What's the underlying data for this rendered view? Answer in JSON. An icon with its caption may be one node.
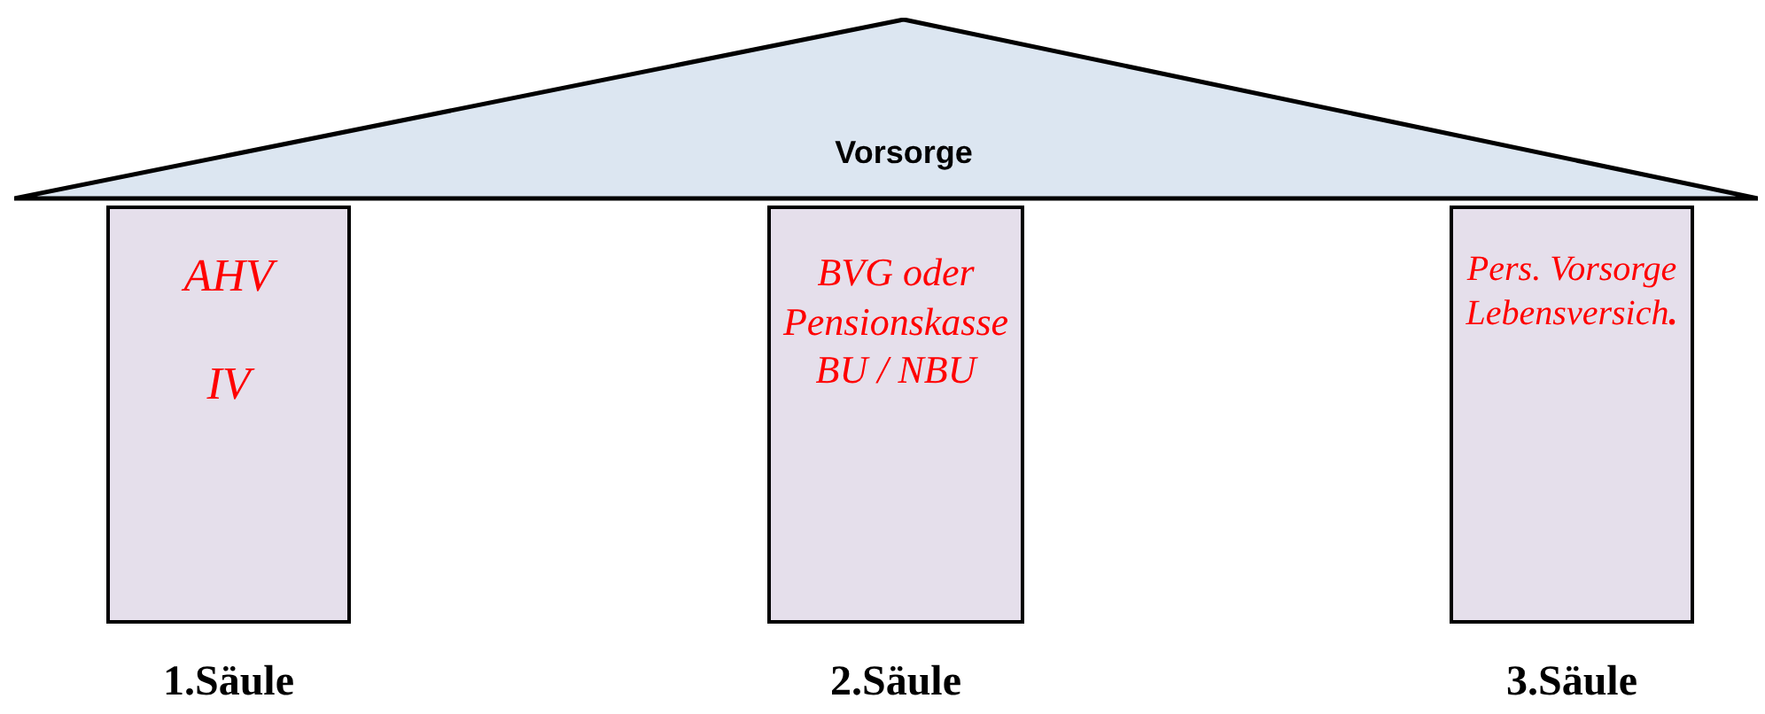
{
  "diagram": {
    "nodes": [
      {
        "text": [
          "Vorsorge"
        ]
      },
      {
        "text": [
          "AHV",
          "IV"
        ],
        "beside": [
          "1.Säule"
        ]
      },
      {
        "text": [
          "BVG oder Pensionskasse BU / NBU"
        ],
        "beside": [
          "2.Säule"
        ]
      },
      {
        "text": [
          "Pers. Vorsorge Lebensversich**.**"
        ],
        "beside": [
          "3.Säule"
        ]
      }
    ]
  }
}
